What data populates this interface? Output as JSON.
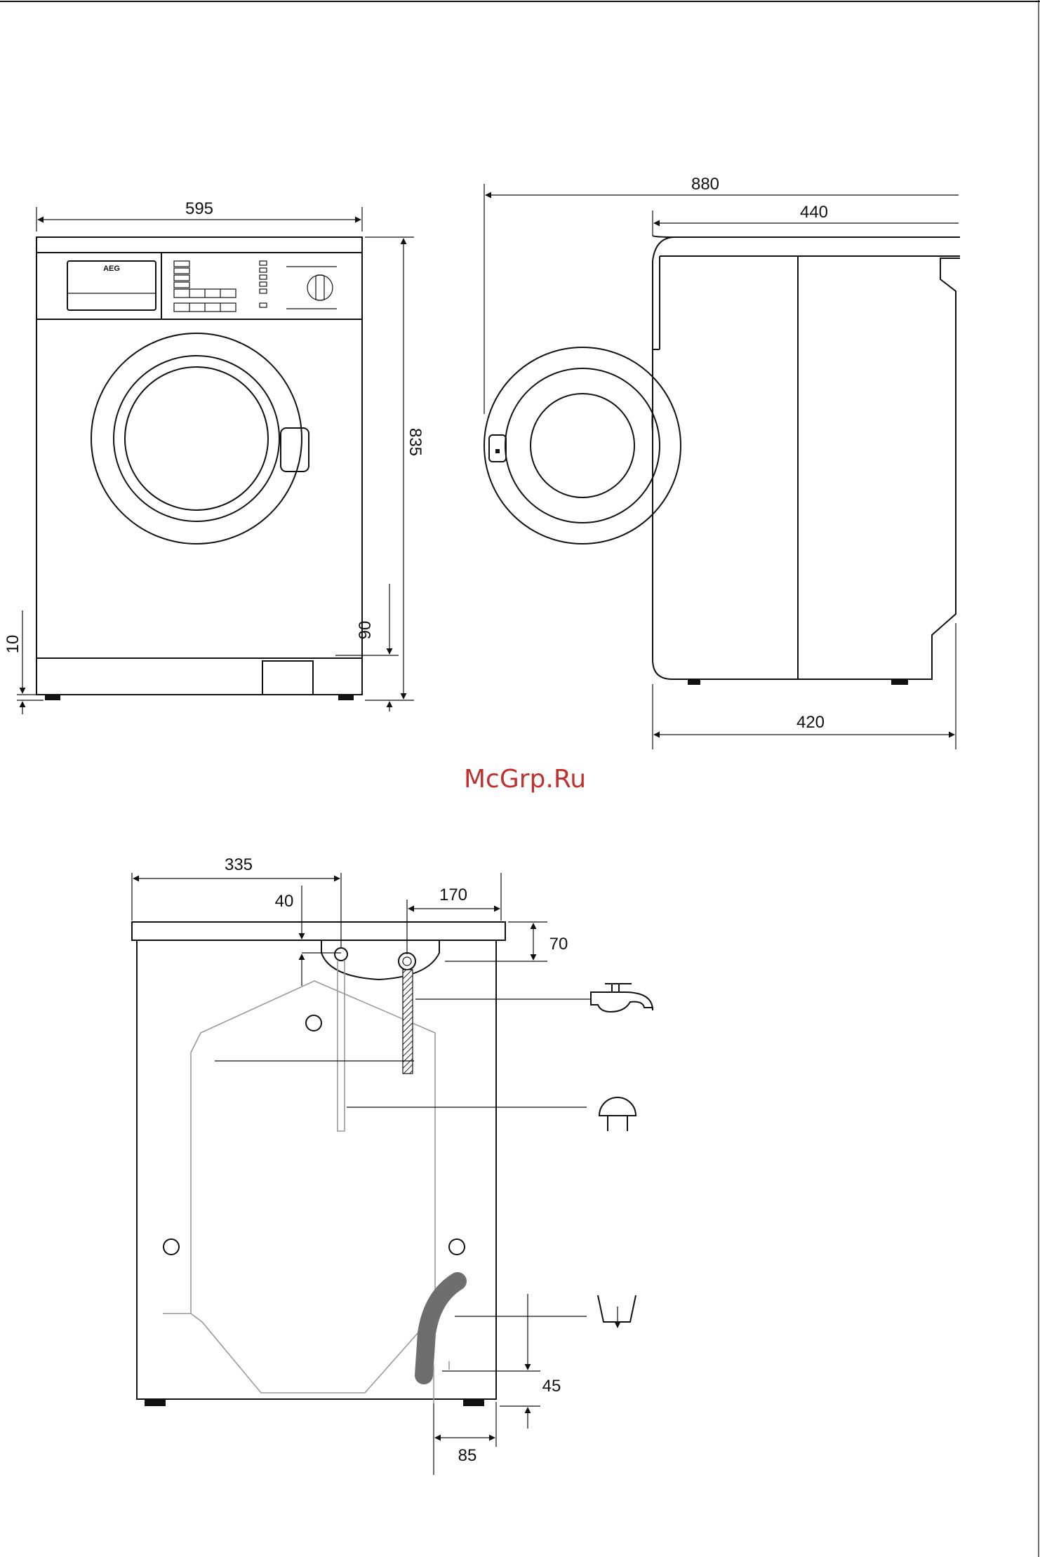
{
  "watermark": "McGrp.Ru",
  "brand_logo": "AEG",
  "front_view": {
    "width_label": "595",
    "height_label": "835",
    "foot_label": "10",
    "plinth_label": "90"
  },
  "side_view": {
    "total_depth_label": "880",
    "body_depth_label": "440",
    "base_depth_label": "420"
  },
  "rear_view": {
    "offset_label": "335",
    "top_gap_label": "40",
    "right_offset_label": "170",
    "top_height_label": "70",
    "drain_height_label": "45",
    "drain_offset_label": "85"
  },
  "icons": [
    "water-tap-icon",
    "power-plug-icon",
    "drain-outlet-icon"
  ]
}
